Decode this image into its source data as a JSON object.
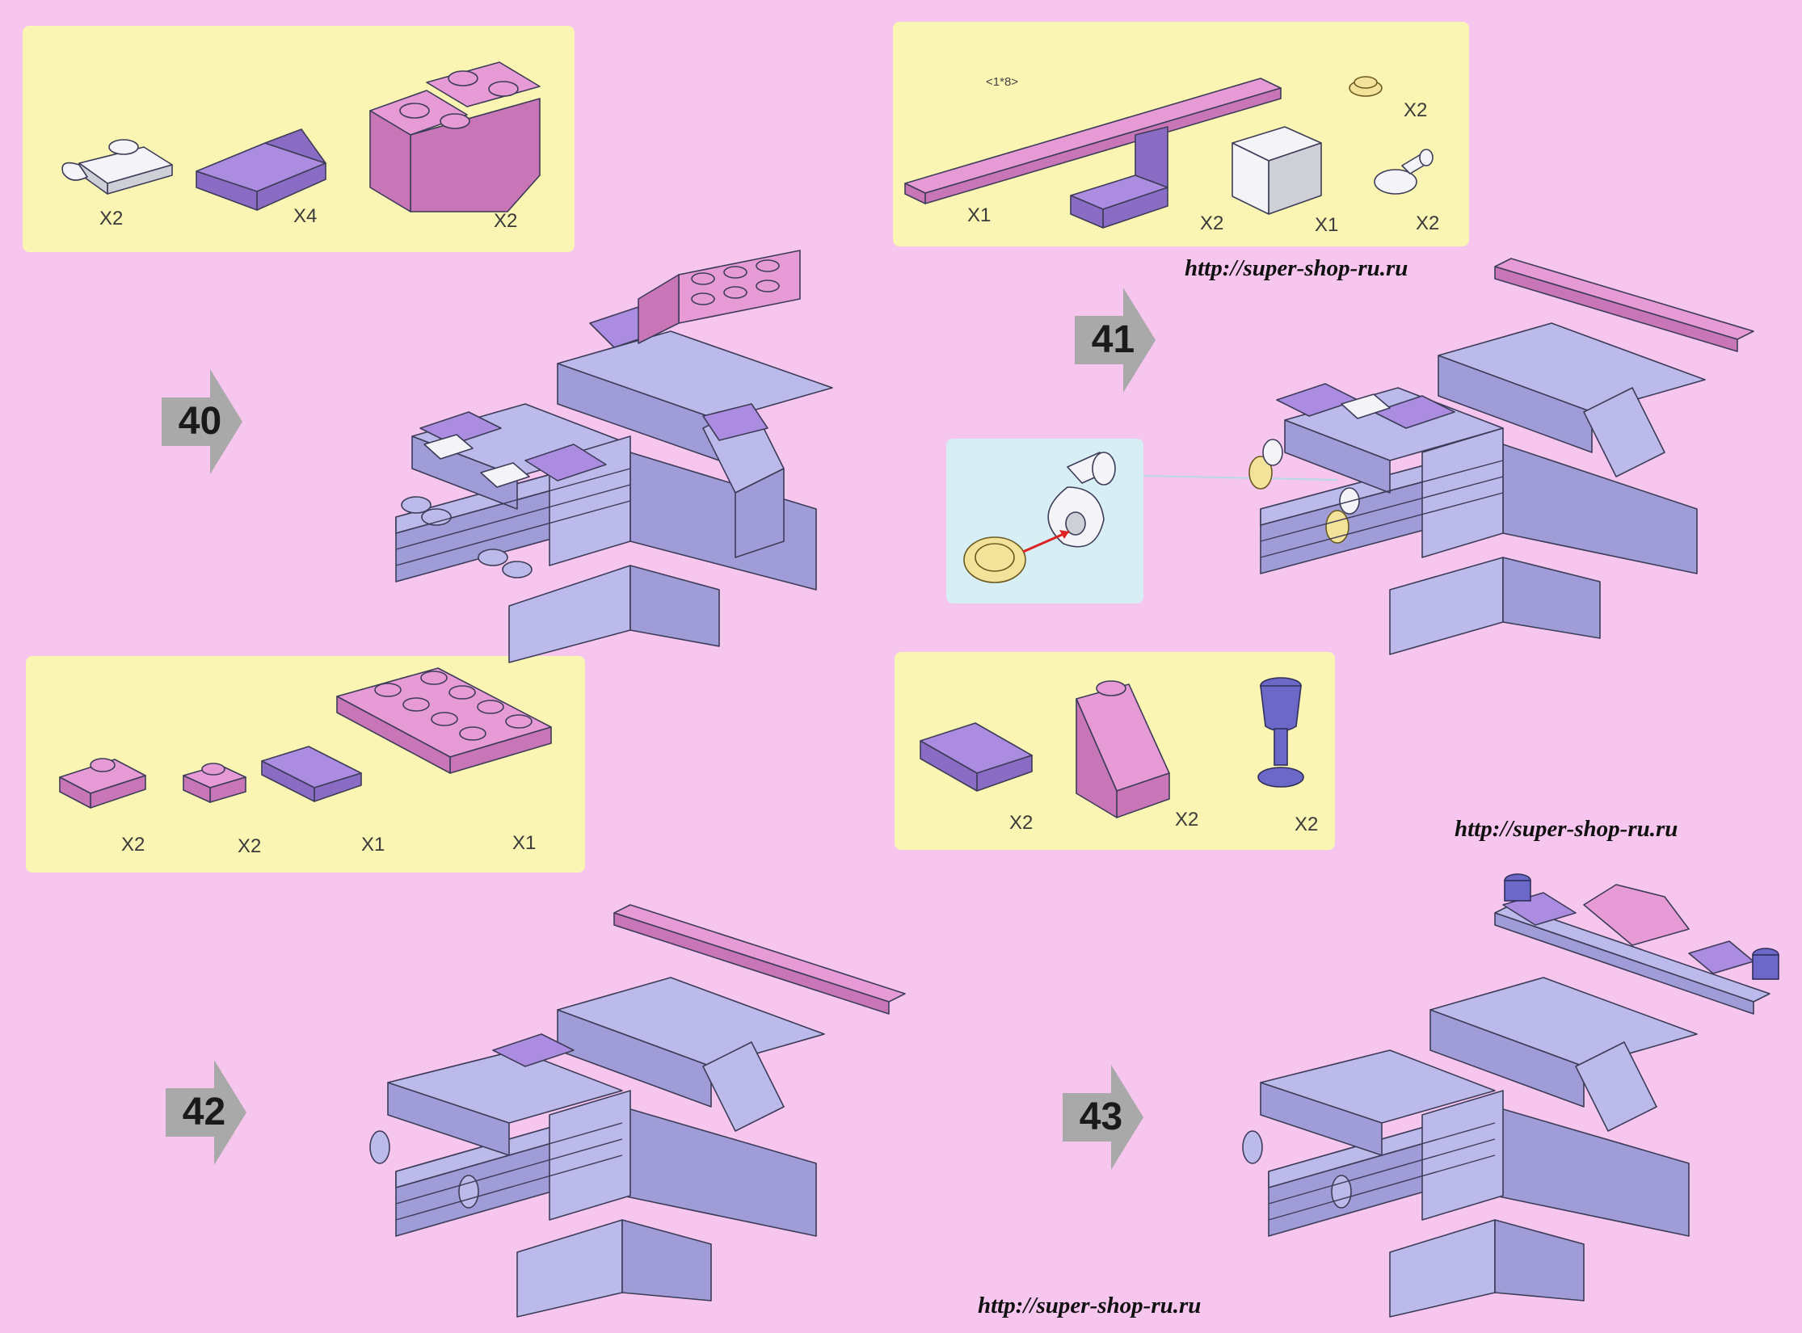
{
  "steps": {
    "s40": {
      "number": "40"
    },
    "s41": {
      "number": "41"
    },
    "s42": {
      "number": "42"
    },
    "s43": {
      "number": "43"
    }
  },
  "parts": {
    "p40": {
      "clip_plate": "X2",
      "slope": "X4",
      "inv_slope_brick": "X2"
    },
    "p41": {
      "size_mark": "<1*8>",
      "plate_1x8": "X1",
      "bracket": "X2",
      "brick_1x2_white": "X1",
      "round_tile": "X2",
      "clip_bar": "X2"
    },
    "p42": {
      "clip_plate": "X2",
      "plate_1x1": "X2",
      "tile_1x2": "X1",
      "plate_2x4": "X1"
    },
    "p43": {
      "slope_purple": "X2",
      "slope_pink": "X2",
      "goblet": "X2"
    }
  },
  "watermarks": {
    "top": "http://super-shop-ru.ru",
    "middle": "http://super-shop-ru.ru",
    "bottom": "http://super-shop-ru.ru"
  },
  "colors": {
    "page_background": "#f6c6ef",
    "parts_panel": "#fbf5b4",
    "inset_panel": "#d6eef4",
    "step_arrow": "#a9a9a9",
    "brick_lavender": "#bcbaea",
    "brick_pink": "#e79bd6",
    "brick_purple": "#ab8ce0"
  }
}
